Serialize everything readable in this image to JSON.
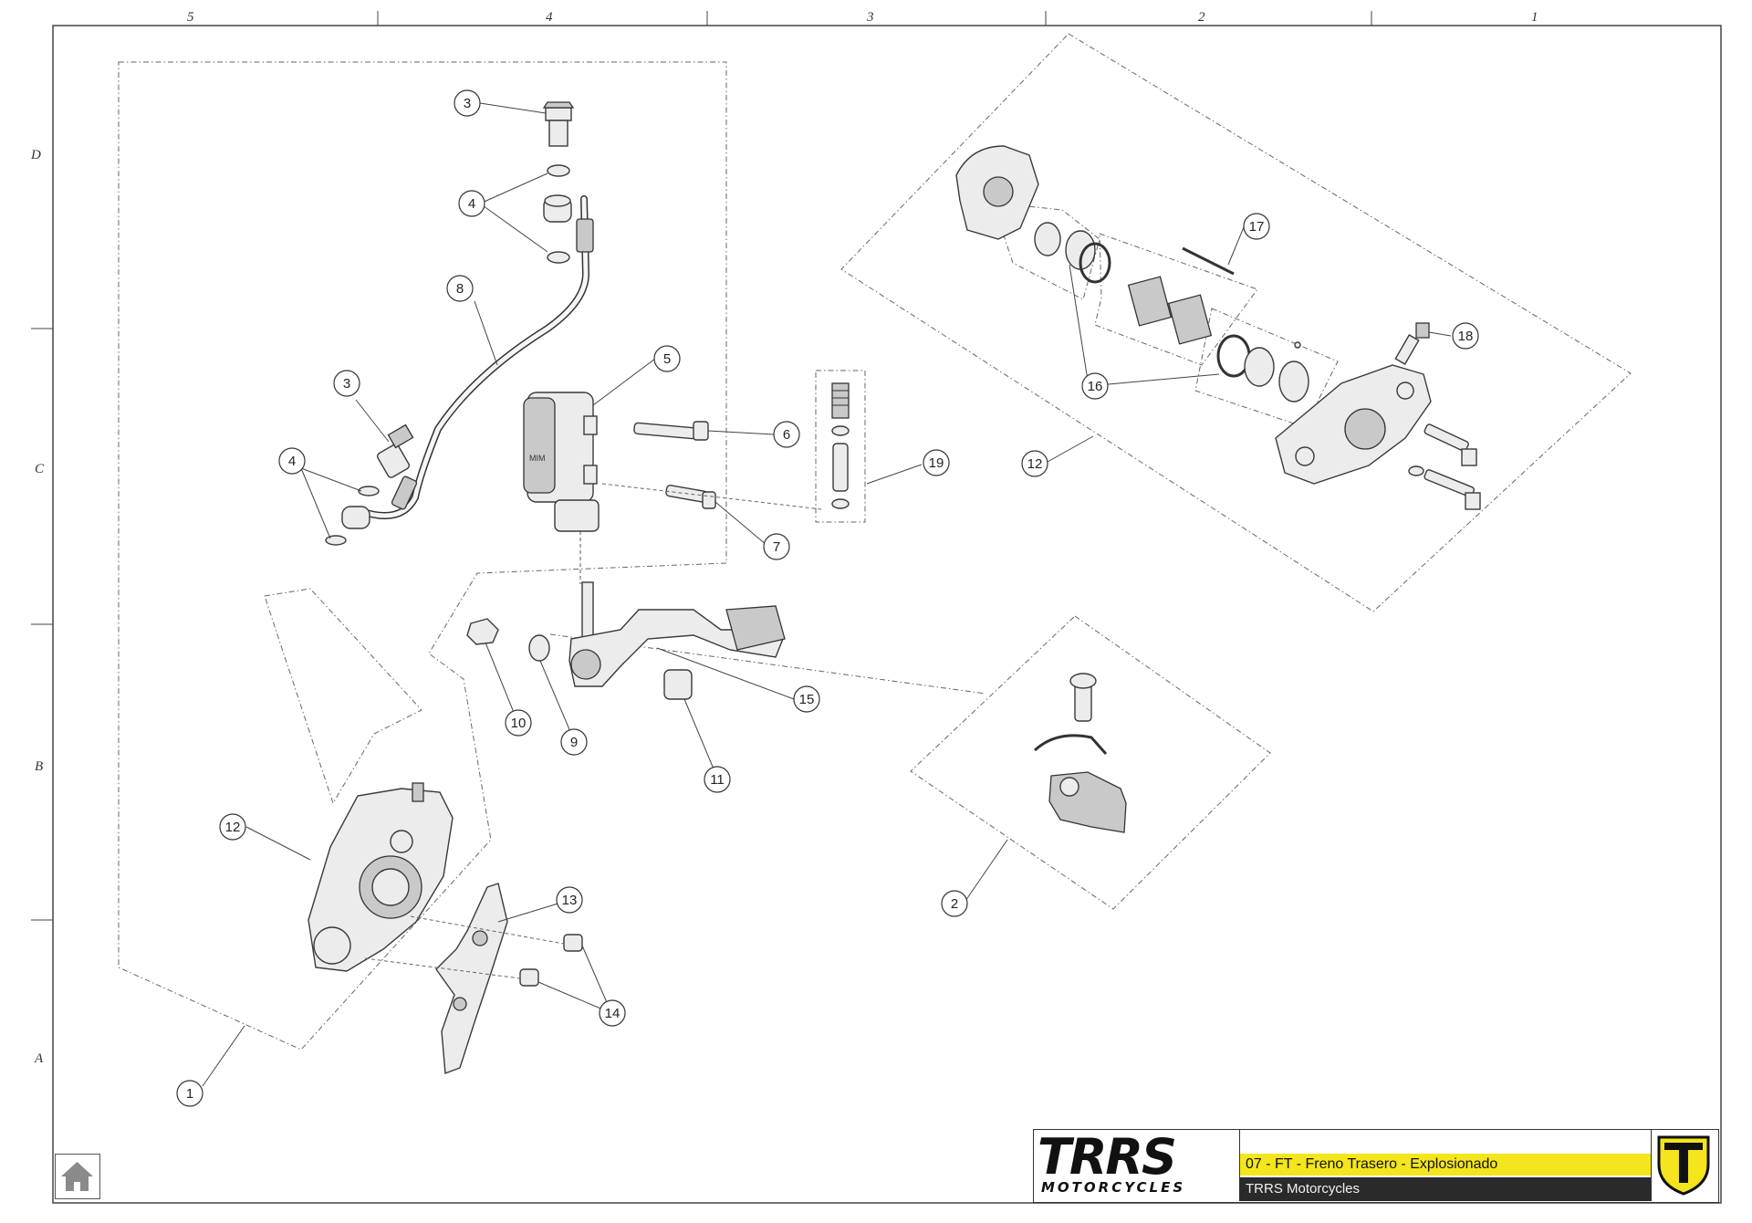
{
  "grid": {
    "columns": [
      "5",
      "4",
      "3",
      "2",
      "1"
    ],
    "rows": [
      "D",
      "C",
      "B",
      "A"
    ]
  },
  "title_block": {
    "brand_main": "TRRS",
    "brand_sub": "MOTORCYCLES",
    "doc_title": "07 - FT - Freno Trasero - Explosionado",
    "company": "TRRS Motorcycles",
    "colors": {
      "yellow": "#f4e51c",
      "dark": "#2a2a2a"
    }
  },
  "callouts": [
    {
      "id": "c3a",
      "label": "3"
    },
    {
      "id": "c4a",
      "label": "4"
    },
    {
      "id": "c8",
      "label": "8"
    },
    {
      "id": "c3b",
      "label": "3"
    },
    {
      "id": "c4b",
      "label": "4"
    },
    {
      "id": "c5",
      "label": "5"
    },
    {
      "id": "c6",
      "label": "6"
    },
    {
      "id": "c7",
      "label": "7"
    },
    {
      "id": "c19",
      "label": "19"
    },
    {
      "id": "c17",
      "label": "17"
    },
    {
      "id": "c18",
      "label": "18"
    },
    {
      "id": "c16",
      "label": "16"
    },
    {
      "id": "c12a",
      "label": "12"
    },
    {
      "id": "c15",
      "label": "15"
    },
    {
      "id": "c10",
      "label": "10"
    },
    {
      "id": "c9",
      "label": "9"
    },
    {
      "id": "c11",
      "label": "11"
    },
    {
      "id": "c12b",
      "label": "12"
    },
    {
      "id": "c13",
      "label": "13"
    },
    {
      "id": "c14",
      "label": "14"
    },
    {
      "id": "c1",
      "label": "1"
    },
    {
      "id": "c2",
      "label": "2"
    }
  ],
  "home": {
    "icon": "home-icon"
  }
}
